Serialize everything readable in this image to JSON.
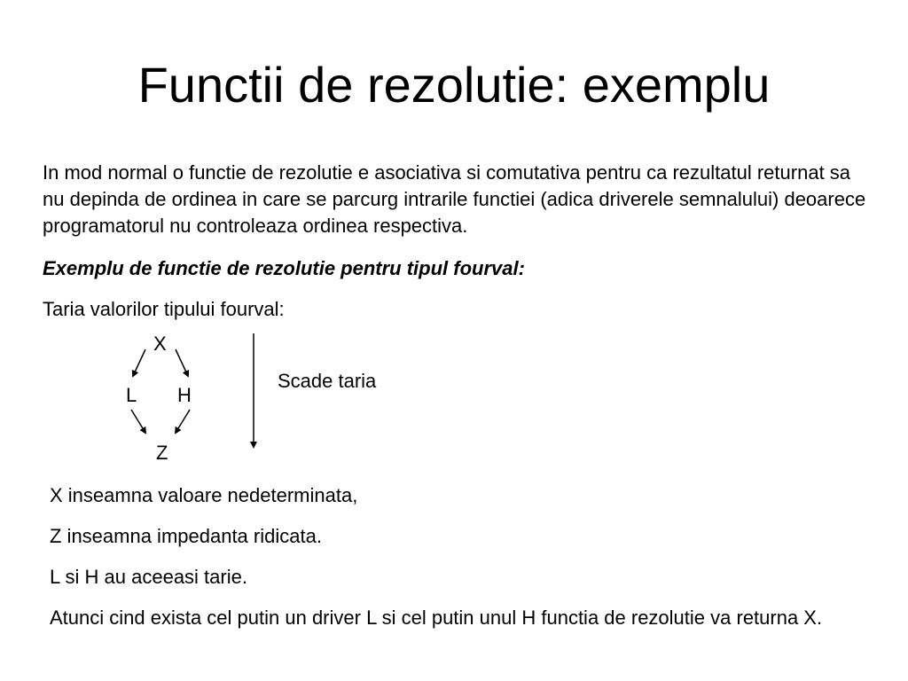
{
  "slide": {
    "title": "Functii de rezolutie: exemplu",
    "intro": "In mod normal o functie de rezolutie e asociativa si comutativa pentru ca rezultatul returnat sa nu depinda de ordinea in care se parcurg intrarile functiei (adica driverele semnalului) deoarece programatorul nu controleaza ordinea respectiva.",
    "example_heading": "Exemplu de functie de rezolutie pentru tipul fourval:",
    "strength_label": "Taria valorilor tipului fourval:",
    "diagram": {
      "nodes": {
        "x": "X",
        "l": "L",
        "h": "H",
        "z": "Z"
      },
      "strength_label": "Scade taria"
    },
    "notes": [
      "X inseamna valoare nedeterminata,",
      "Z inseamna impedanta ridicata.",
      "L si H au aceeasi tarie.",
      "Atunci cind exista cel putin un driver L si cel putin unul H functia de rezolutie va returna X."
    ]
  }
}
